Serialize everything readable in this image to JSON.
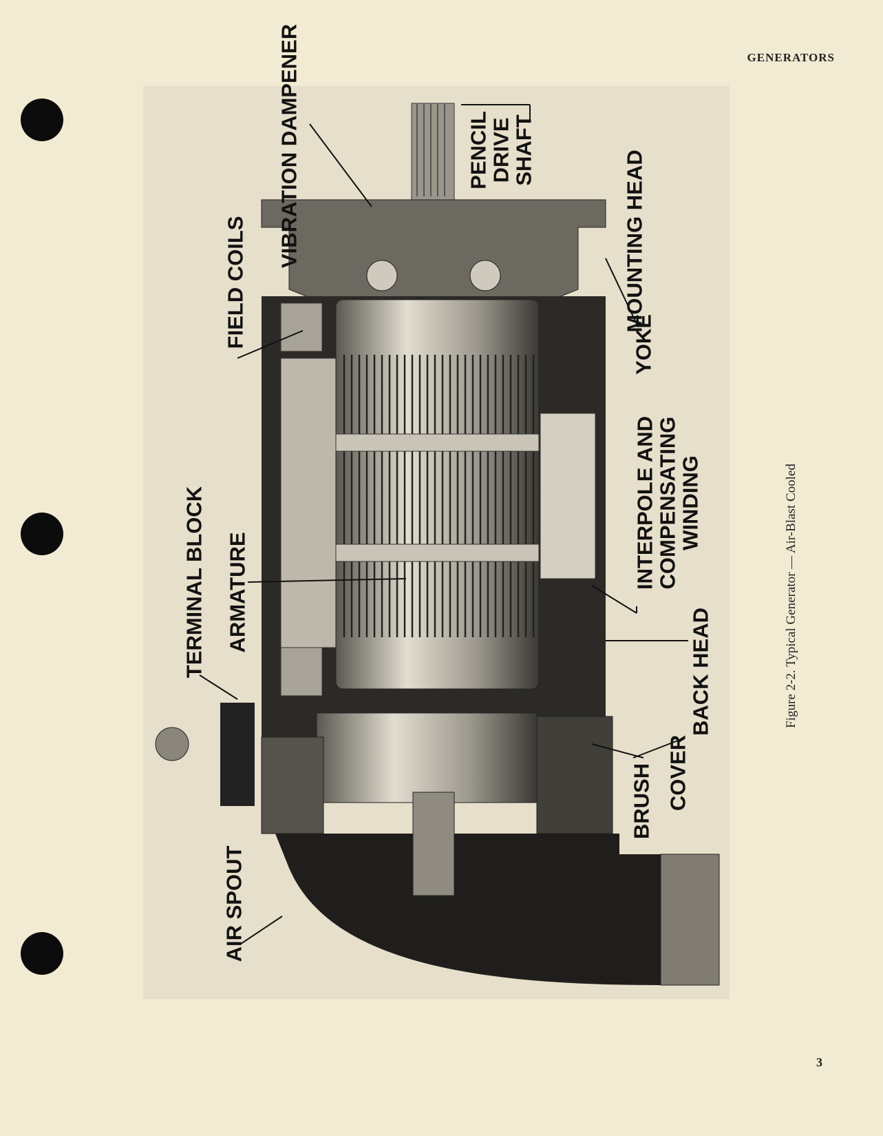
{
  "header": {
    "section": "GENERATORS"
  },
  "page_number": "3",
  "figure": {
    "caption": "Figure 2-2.  Typical Generator — Air-Blast Cooled",
    "labels": {
      "vibration_dampener": "VIBRATION DAMPENER",
      "pencil_drive_shaft": "PENCIL DRIVE SHAFT",
      "field_coils": "FIELD COILS",
      "mounting_head": "MOUNTING HEAD",
      "yoke": "YOKE",
      "interpole": "INTERPOLE AND COMPENSATING WINDING",
      "terminal_block": "TERMINAL BLOCK",
      "armature": "ARMATURE",
      "back_head": "BACK HEAD",
      "brush": "BRUSH",
      "cover": "COVER",
      "air_spout": "AIR SPOUT"
    }
  }
}
